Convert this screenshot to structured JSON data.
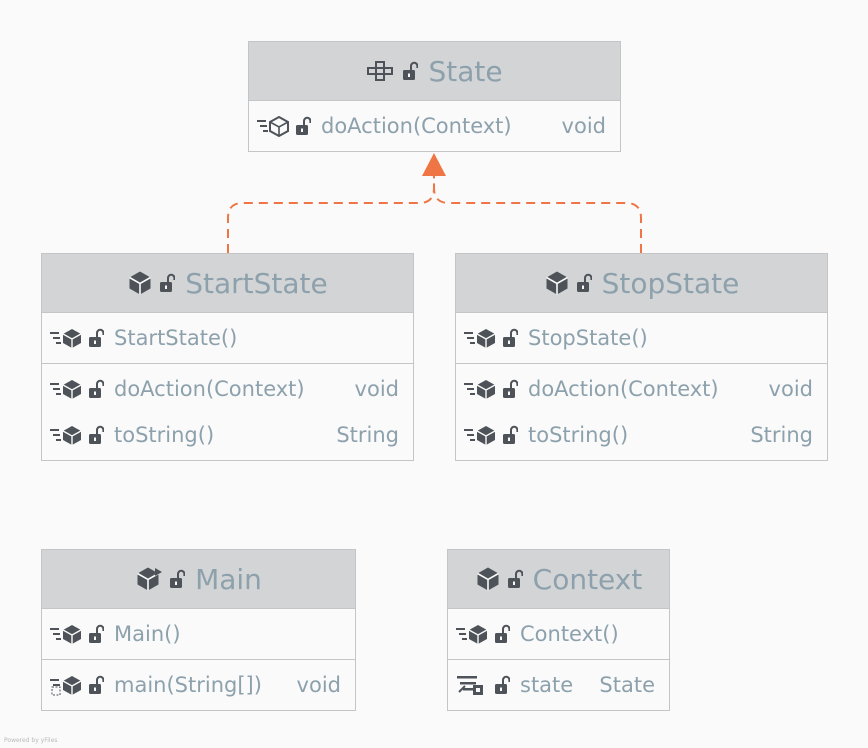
{
  "colors": {
    "header_bg": "#d3d4d5",
    "border": "#c3c5c7",
    "text": "#8da1ad",
    "icon": "#4d5358",
    "edge": "#f07545"
  },
  "classes": [
    {
      "id": "state",
      "name": "State",
      "kind": "interface",
      "icons": [
        "interface-icon",
        "unlocked-icon"
      ],
      "sections": [
        [
          {
            "name": "doAction(Context)",
            "type": "void",
            "icon": "abstract-method-icon"
          }
        ]
      ]
    },
    {
      "id": "startstate",
      "name": "StartState",
      "kind": "class",
      "icons": [
        "class-icon",
        "unlocked-icon"
      ],
      "sections": [
        [
          {
            "name": "StartState()",
            "type": "",
            "icon": "method-icon"
          }
        ],
        [
          {
            "name": "doAction(Context)",
            "type": "void",
            "icon": "method-icon"
          },
          {
            "name": "toString()",
            "type": "String",
            "icon": "method-icon"
          }
        ]
      ]
    },
    {
      "id": "stopstate",
      "name": "StopState",
      "kind": "class",
      "icons": [
        "class-icon",
        "unlocked-icon"
      ],
      "sections": [
        [
          {
            "name": "StopState()",
            "type": "",
            "icon": "method-icon"
          }
        ],
        [
          {
            "name": "doAction(Context)",
            "type": "void",
            "icon": "method-icon"
          },
          {
            "name": "toString()",
            "type": "String",
            "icon": "method-icon"
          }
        ]
      ]
    },
    {
      "id": "main",
      "name": "Main",
      "kind": "main-class",
      "icons": [
        "main-class-icon",
        "unlocked-icon"
      ],
      "sections": [
        [
          {
            "name": "Main()",
            "type": "",
            "icon": "method-icon"
          }
        ],
        [
          {
            "name": "main(String[])",
            "type": "void",
            "icon": "static-method-icon"
          }
        ]
      ]
    },
    {
      "id": "context",
      "name": "Context",
      "kind": "class",
      "icons": [
        "class-icon",
        "unlocked-icon"
      ],
      "sections": [
        [
          {
            "name": "Context()",
            "type": "",
            "icon": "method-icon"
          }
        ],
        [
          {
            "name": "state",
            "type": "State",
            "icon": "field-icon"
          }
        ]
      ]
    }
  ],
  "relations": [
    {
      "type": "realization",
      "from": "startstate",
      "to": "state"
    },
    {
      "type": "realization",
      "from": "stopstate",
      "to": "state"
    }
  ],
  "footer": {
    "credit": "Powered by yFiles"
  }
}
